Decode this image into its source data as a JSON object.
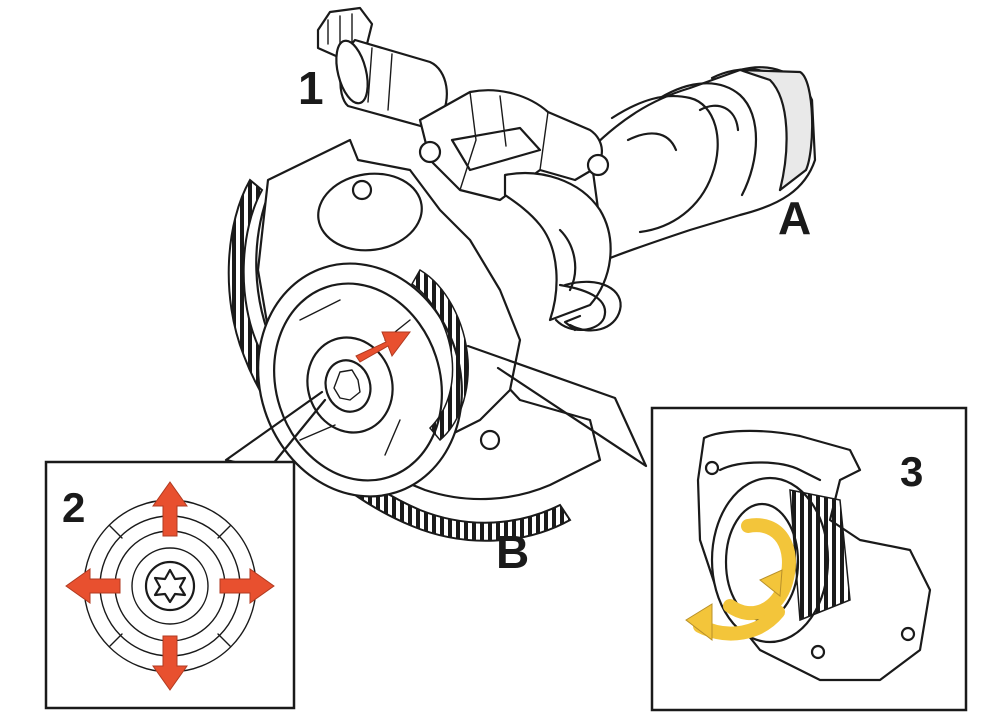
{
  "labels": {
    "part_1": "1",
    "part_a": "A",
    "part_b": "B",
    "inset_2": "2",
    "inset_3": "3"
  },
  "colors": {
    "arrow_red": "#e8502f",
    "arrow_yellow": "#f3c53a",
    "line": "#1a1a1a",
    "background": "#ffffff"
  },
  "icons": {
    "adjust_arrow": "red-arrow-icon",
    "rotation_arrow": "yellow-rotation-arrow-icon",
    "torx_socket": "torx-socket-icon"
  }
}
